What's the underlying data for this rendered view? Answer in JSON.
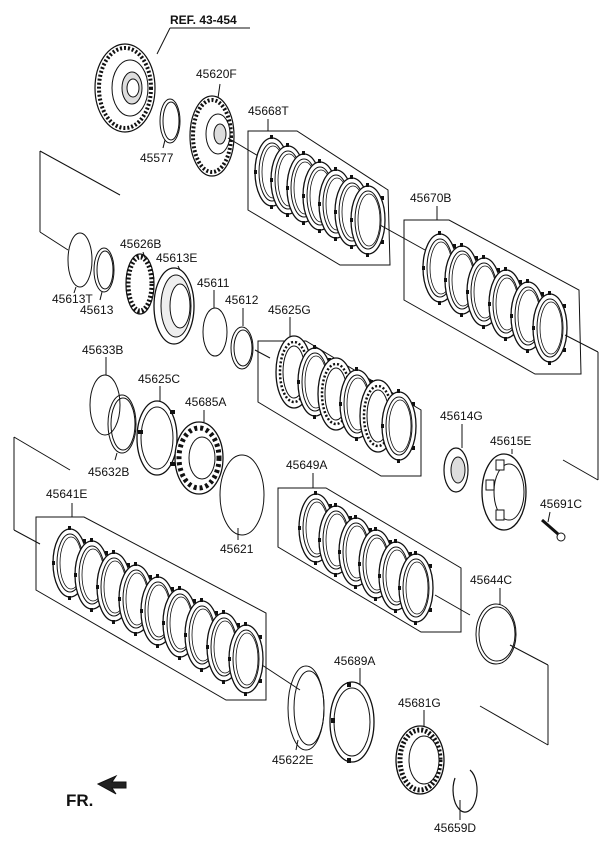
{
  "diagram": {
    "reference": "REF. 43-454",
    "direction_label": "FR.",
    "parts": [
      {
        "id": "p45620F",
        "label": "45620F"
      },
      {
        "id": "p45577",
        "label": "45577"
      },
      {
        "id": "p45668T",
        "label": "45668T"
      },
      {
        "id": "p45670B",
        "label": "45670B"
      },
      {
        "id": "p45626B",
        "label": "45626B"
      },
      {
        "id": "p45613E",
        "label": "45613E"
      },
      {
        "id": "p45613T",
        "label": "45613T"
      },
      {
        "id": "p45613",
        "label": "45613"
      },
      {
        "id": "p45611",
        "label": "45611"
      },
      {
        "id": "p45612",
        "label": "45612"
      },
      {
        "id": "p45625G",
        "label": "45625G"
      },
      {
        "id": "p45633B",
        "label": "45633B"
      },
      {
        "id": "p45625C",
        "label": "45625C"
      },
      {
        "id": "p45685A",
        "label": "45685A"
      },
      {
        "id": "p45632B",
        "label": "45632B"
      },
      {
        "id": "p45614G",
        "label": "45614G"
      },
      {
        "id": "p45615E",
        "label": "45615E"
      },
      {
        "id": "p45691C",
        "label": "45691C"
      },
      {
        "id": "p45649A",
        "label": "45649A"
      },
      {
        "id": "p45641E",
        "label": "45641E"
      },
      {
        "id": "p45621",
        "label": "45621"
      },
      {
        "id": "p45644C",
        "label": "45644C"
      },
      {
        "id": "p45689A",
        "label": "45689A"
      },
      {
        "id": "p45681G",
        "label": "45681G"
      },
      {
        "id": "p45622E",
        "label": "45622E"
      },
      {
        "id": "p45659D",
        "label": "45659D"
      }
    ]
  }
}
